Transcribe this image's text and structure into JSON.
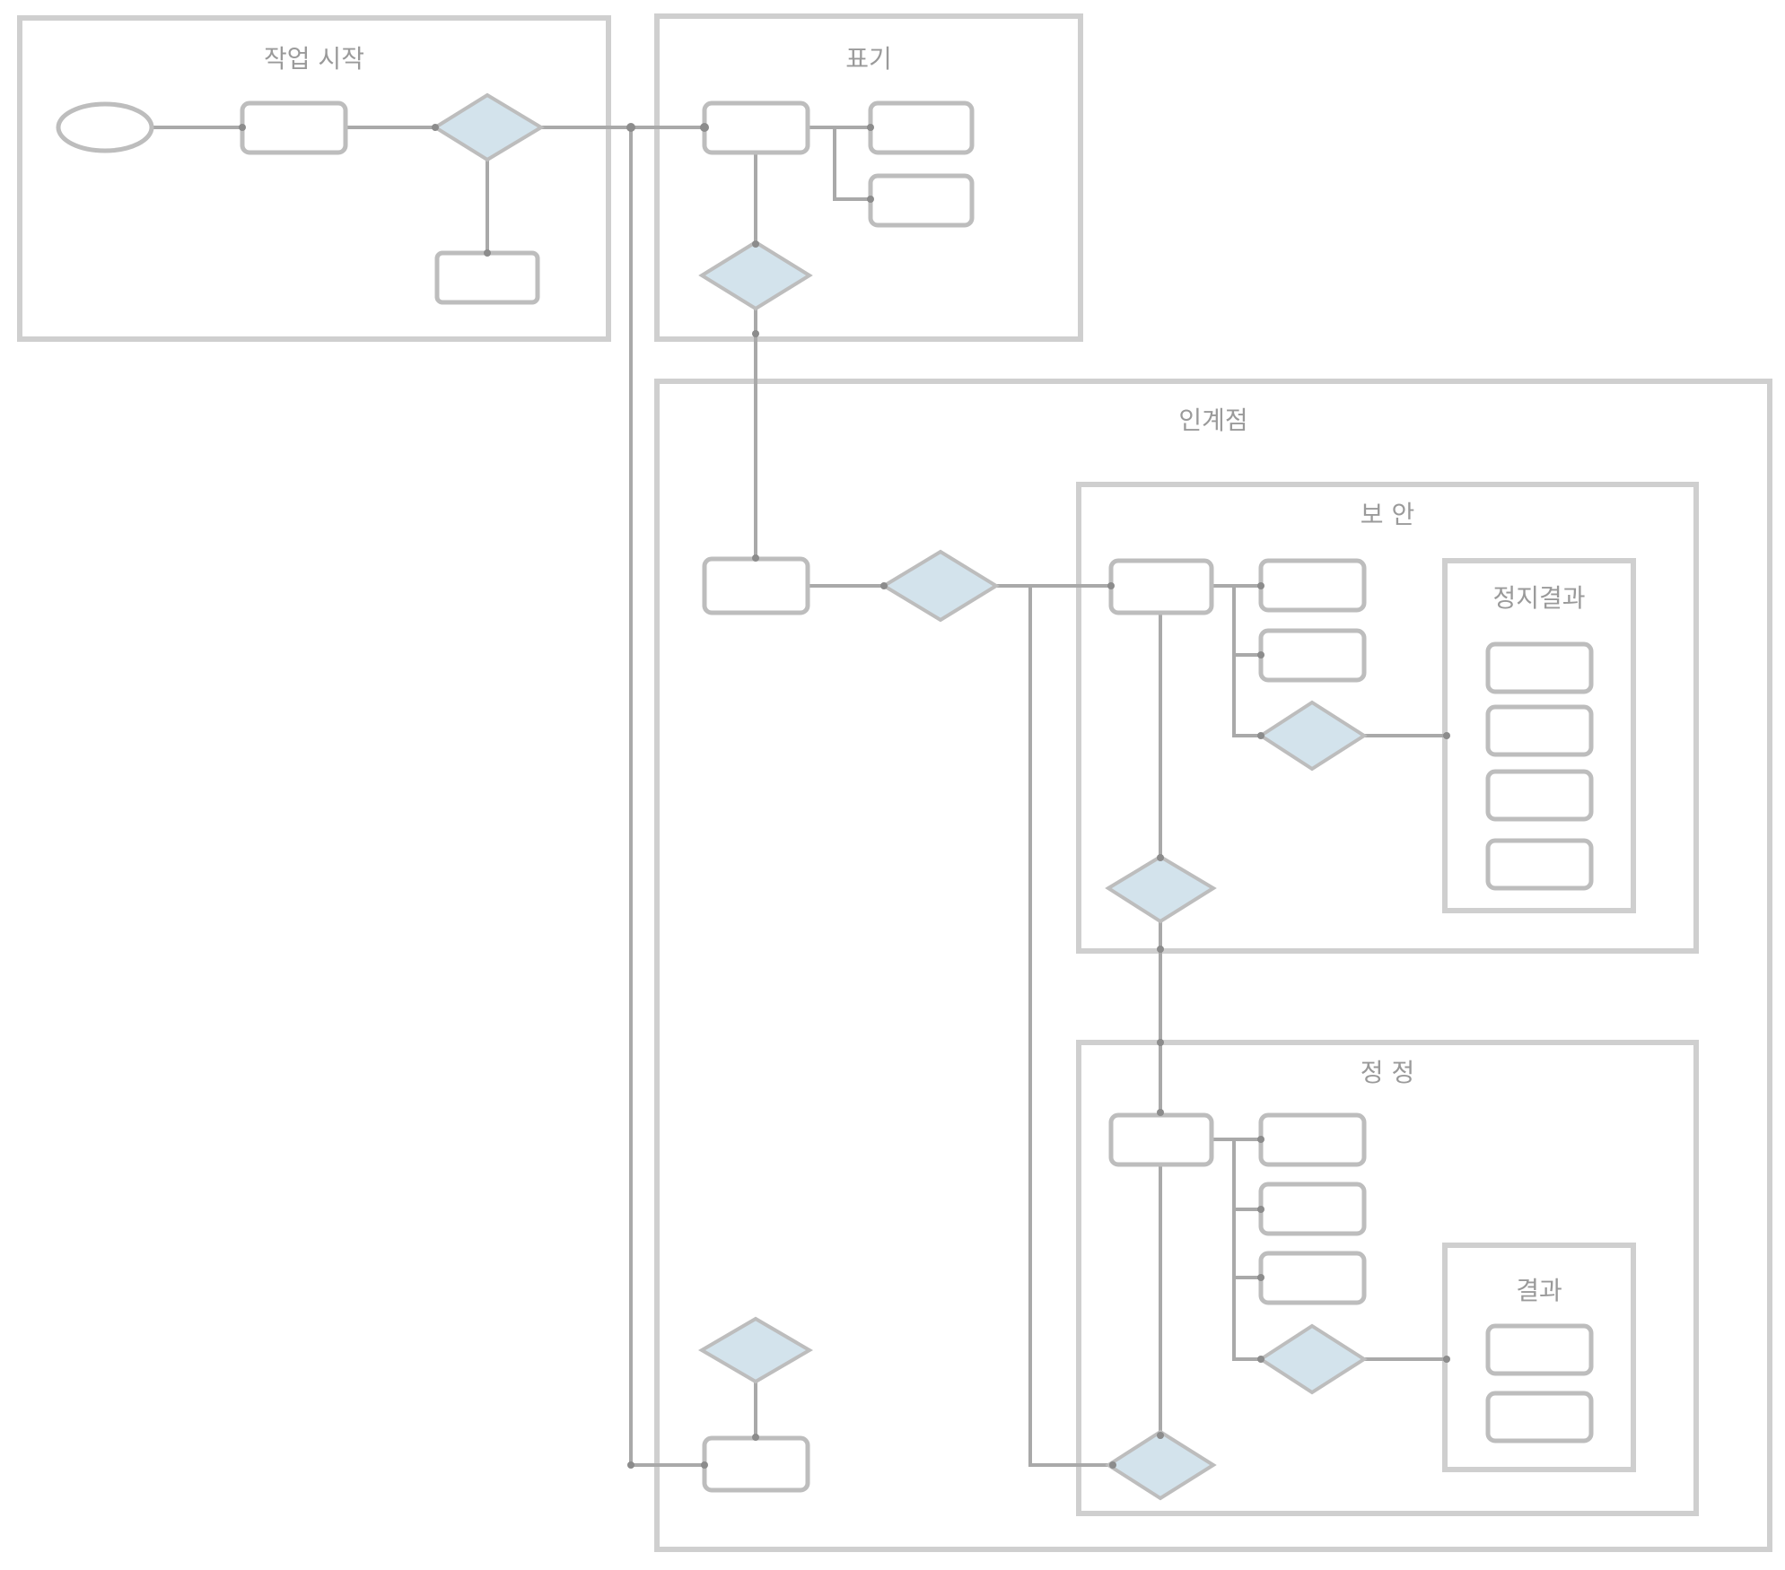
{
  "frames": {
    "work_start": "작업 시작",
    "notation": "표기",
    "pipeline": "인계점",
    "inspection_a": "보 안",
    "inspection_b": "정 정",
    "sub_a": "정지결과",
    "sub_b": "결과"
  },
  "colors": {
    "decision_fill": "#d3e3ec",
    "frame_stroke": "#cfcfcf",
    "edge_stroke": "#a9a9a9"
  }
}
